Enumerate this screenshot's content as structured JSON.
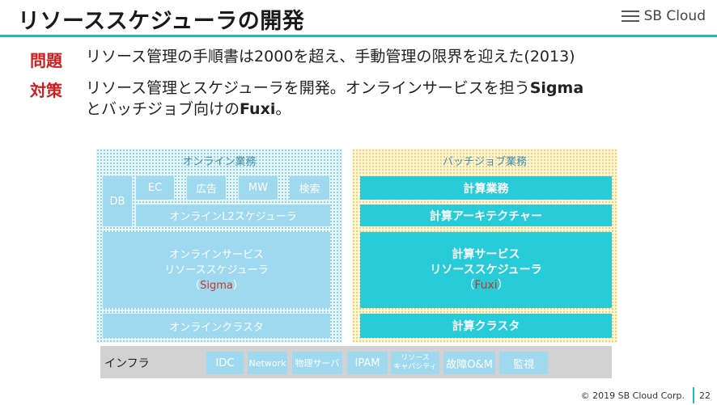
{
  "header": {
    "title": "リソーススケジューラの開発",
    "logo_text": "SB Cloud"
  },
  "content": {
    "problem_label": "問題",
    "problem_text": "リソース管理の手順書は2000を超え、手動管理の限界を迎えた(2013)",
    "measure_label": "対策",
    "measure_line1_a": "リソース管理とスケジューラを開発。オンラインサービスを担う",
    "measure_line1_b": "Sigma",
    "measure_line2_a": "とバッチジョブ向けの",
    "measure_line2_b": "Fuxi",
    "measure_line2_c": "。"
  },
  "diagram": {
    "online": {
      "label": "オンライン業務",
      "db": "DB",
      "ec": "EC",
      "ads": "広告",
      "mw": "MW",
      "search": "検索",
      "l2_scheduler": "オンラインL2スケジューラ",
      "service_line1": "オンラインサービス",
      "service_line2": "リソーススケジューラ",
      "service_paren_open": "（",
      "service_name": "Sigma",
      "service_paren_close": "）",
      "cluster": "オンラインクラスタ"
    },
    "batch": {
      "label": "バッチジョブ業務",
      "compute_business": "計算業務",
      "compute_arch": "計算アーキテクチャー",
      "service_line1": "計算サービス",
      "service_line2": "リソーススケジューラ",
      "service_paren_open": "（",
      "service_name": "Fuxi",
      "service_paren_close": "）",
      "cluster": "計算クラスタ"
    },
    "infra": {
      "label": "インフラ",
      "items": [
        "IDC",
        "Network",
        "物理サーバ",
        "IPAM",
        "リソース",
        "キャパシティ",
        "故障O&M",
        "監視"
      ]
    }
  },
  "footer": {
    "copyright": "© 2019 SB Cloud Corp.",
    "page": "22"
  },
  "colors": {
    "accent": "#2bb3c7",
    "red_label": "#cc1e1e",
    "teal": "#27ccd8",
    "light_blue": "#9ed9ef"
  }
}
